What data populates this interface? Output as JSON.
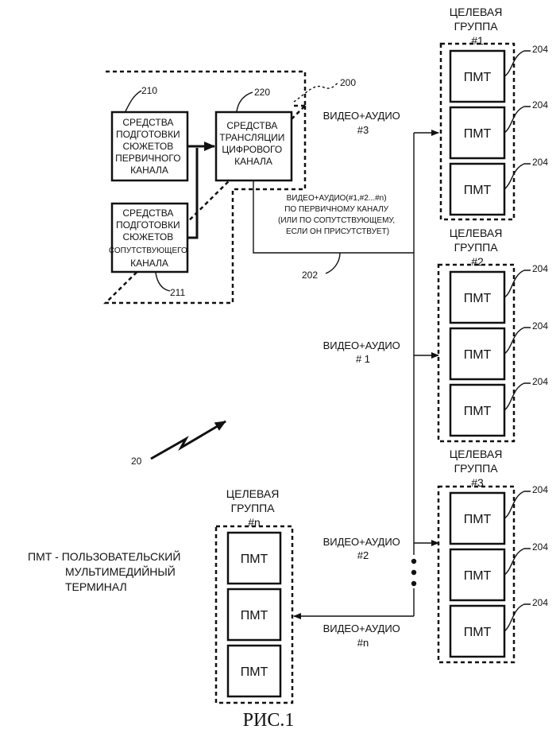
{
  "figure": {
    "caption": "РИС.1",
    "system_ref": "200",
    "overall_ref": "20",
    "legend": [
      "ПМТ - ПОЛЬЗОВАТЕЛЬСКИЙ",
      "МУЛЬТИМЕДИЙНЫЙ",
      "ТЕРМИНАЛ"
    ]
  },
  "blocks": {
    "primary": {
      "ref": "210",
      "lines": [
        "СРЕДСТВА",
        "ПОДГОТОВКИ",
        "СЮЖЕТОВ",
        "ПЕРВИЧНОГО",
        "КАНАЛА"
      ]
    },
    "secondary": {
      "ref": "211",
      "lines": [
        "СРЕДСТВА",
        "ПОДГОТОВКИ",
        "СЮЖЕТОВ",
        "СОПУТСТВУЮЩЕГО",
        "КАНАЛА"
      ]
    },
    "broadcast": {
      "ref": "220",
      "lines": [
        "СРЕДСТВА",
        "ТРАНСЛЯЦИИ",
        "ЦИФРОВОГО",
        "КАНАЛА"
      ]
    }
  },
  "channel": {
    "ref": "202",
    "lines": [
      "ВИДЕО+АУДИО(#1,#2...#n)",
      "ПО ПЕРВИЧНОМУ КАНАЛУ",
      "(ИЛИ ПО СОПУТСТВУЮЩЕМУ,",
      "ЕСЛИ ОН ПРИСУТСТВУЕТ)"
    ]
  },
  "feeds": [
    {
      "label": "ВИДЕО+АУДИО",
      "num": "#3"
    },
    {
      "label": "ВИДЕО+АУДИО",
      "num": "# 1"
    },
    {
      "label": "ВИДЕО+АУДИО",
      "num": "#2"
    },
    {
      "label": "ВИДЕО+АУДИО",
      "num": "#n"
    }
  ],
  "groups": [
    {
      "title": [
        "ЦЕЛЕВАЯ",
        "ГРУППА"
      ],
      "num": "#1",
      "terminals": [
        "ПМТ",
        "ПМТ",
        "ПМТ"
      ],
      "refs": [
        "204",
        "204",
        "204"
      ]
    },
    {
      "title": [
        "ЦЕЛЕВАЯ",
        "ГРУППА"
      ],
      "num": "#2",
      "terminals": [
        "ПМТ",
        "ПМТ",
        "ПМТ"
      ],
      "refs": [
        "204",
        "204",
        "204"
      ]
    },
    {
      "title": [
        "ЦЕЛЕВАЯ",
        "ГРУППА"
      ],
      "num": "#3",
      "terminals": [
        "ПМТ",
        "ПМТ",
        "ПМТ"
      ],
      "refs": [
        "204",
        "204",
        "204"
      ]
    },
    {
      "title": [
        "ЦЕЛЕВАЯ",
        "ГРУППА"
      ],
      "num": "#n",
      "terminals": [
        "ПМТ",
        "ПМТ",
        "ПМТ"
      ]
    }
  ]
}
